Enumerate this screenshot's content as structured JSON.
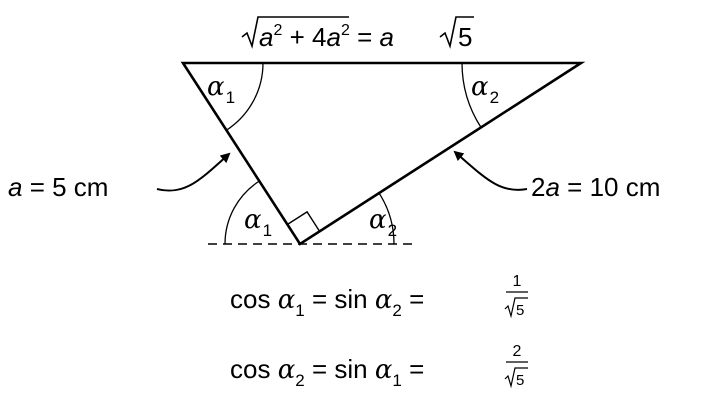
{
  "hypotenuse": {
    "a1": "a",
    "sup1": "2",
    "plus": " + 4",
    "a2": "a",
    "sup2": "2",
    "eq": " = ",
    "a3": "a",
    "five": "5"
  },
  "side_left": {
    "var": "a",
    "rest": " = 5 cm"
  },
  "side_right": {
    "coef": "2",
    "var": "a",
    "rest": " = 10 cm"
  },
  "angles": {
    "alpha": "α",
    "sub1": "1",
    "sub2": "2"
  },
  "formula1": {
    "cos": "cos ",
    "alpha": "α",
    "sub_a": "1",
    "eq1": " = sin ",
    "alpha2": "α",
    "sub_b": "2",
    "eq2": " = ",
    "num": "1",
    "den": "5"
  },
  "formula2": {
    "cos": "cos ",
    "alpha": "α",
    "sub_a": "2",
    "eq1": " = sin ",
    "alpha2": "α",
    "sub_b": "1",
    "eq2": " = ",
    "num": "2",
    "den": "5"
  }
}
